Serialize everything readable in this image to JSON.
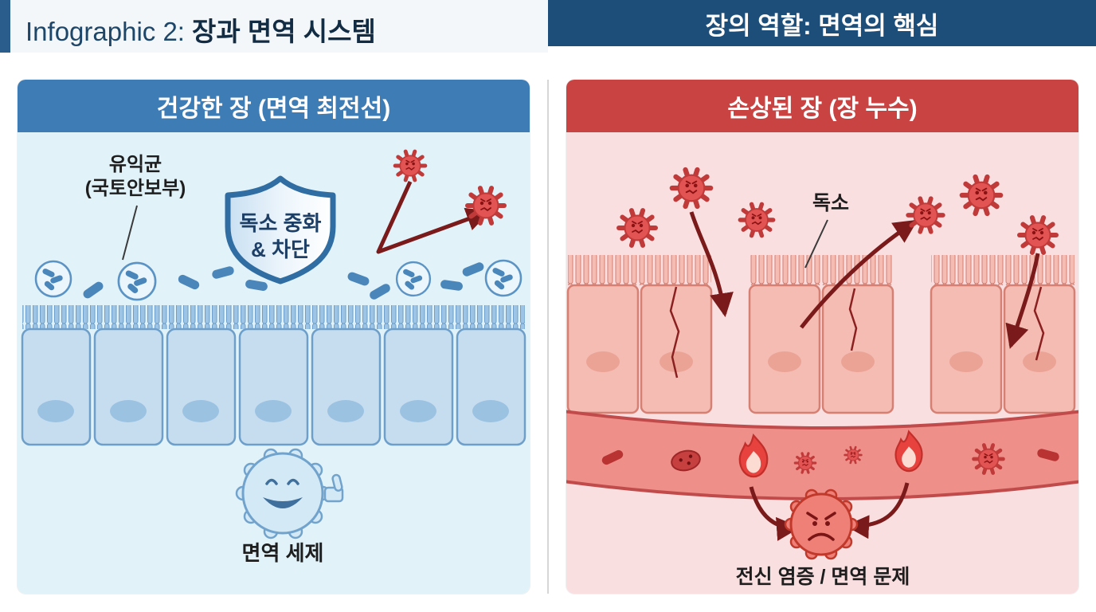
{
  "header": {
    "left_title_prefix": "Infographic 2:",
    "left_title_main": "장과 면역 시스템",
    "right_title": "장의 역할: 면역의 핵심"
  },
  "left_panel": {
    "title": "건강한 장 (면역 최전선)",
    "labels": {
      "beneficial_bacteria_line1": "유익균",
      "beneficial_bacteria_line2": "(국토안보부)",
      "shield_line1": "독소 중화",
      "shield_line2": "& 차단",
      "immune_cell": "면역 세제"
    }
  },
  "right_panel": {
    "title": "손상된 장 (장 누수)",
    "labels": {
      "toxin": "독소",
      "outcome": "전신 염증 / 면역 문제"
    }
  },
  "colors": {
    "header_navy": "#1d4e79",
    "accent_blue": "#2b5d8c",
    "healthy_header_blue": "#3e7cb6",
    "damaged_header_red": "#c94343",
    "healthy_body_bg": "#e1f2f8",
    "damaged_body_bg": "#fadfe1",
    "arrow_maroon": "#7a1a1a",
    "virus_red": "#e25353"
  }
}
